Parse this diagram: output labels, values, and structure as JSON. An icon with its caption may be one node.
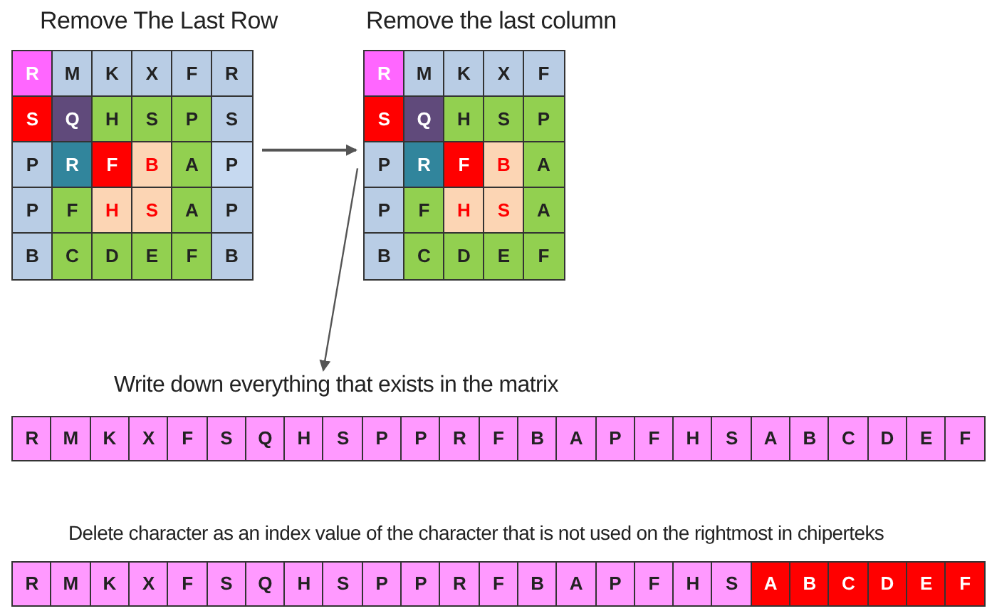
{
  "diagram": {
    "nodes": [
      {
        "text": [
          "Remove The Last Row"
        ]
      },
      {
        "text": [
          "Remove the last column"
        ]
      },
      {
        "text": [
          "Write down everything that exists in the matrix"
        ]
      },
      {
        "text": [
          "Delete character as an index value of the character that is not used on the rightmost in chiperteks"
        ]
      }
    ],
    "edges": [
      {
        "from": 0,
        "to": 1,
        "arrow": "to"
      },
      {
        "from": 1,
        "to": 2,
        "arrow": "to"
      }
    ],
    "labels": [
      "R",
      "M",
      "K",
      "X",
      "F",
      "R",
      "S",
      "Q",
      "H",
      "S",
      "P",
      "S",
      "P",
      "R",
      "F",
      "B",
      "A",
      "P",
      "P",
      "F",
      "H",
      "S",
      "A",
      "P",
      "B",
      "C",
      "D",
      "E",
      "F",
      "B",
      "R",
      "M",
      "K",
      "X",
      "F",
      "S",
      "Q",
      "H",
      "S",
      "P",
      "P",
      "R",
      "F",
      "B",
      "A",
      "P",
      "F",
      "H",
      "S",
      "A",
      "B",
      "C",
      "D",
      "E",
      "F",
      "R",
      "M",
      "K",
      "X",
      "F",
      "S",
      "Q",
      "H",
      "S",
      "P",
      "P",
      "R",
      "F",
      "B",
      "A",
      "P",
      "F",
      "H",
      "S",
      "A",
      "B",
      "C",
      "D",
      "E",
      "F",
      "R",
      "M",
      "K",
      "X",
      "F",
      "S",
      "Q",
      "H",
      "S",
      "P",
      "P",
      "R",
      "F",
      "B",
      "A",
      "P",
      "F",
      "H",
      "S",
      "A",
      "B",
      "C",
      "D",
      "E",
      "F"
    ]
  }
}
